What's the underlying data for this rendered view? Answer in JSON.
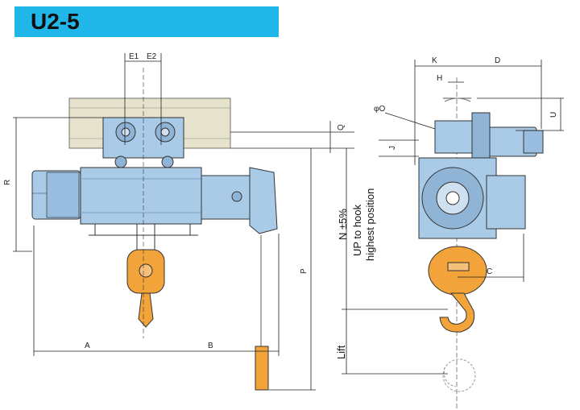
{
  "title": "U2-5",
  "labels": {
    "A": "A",
    "B": "B",
    "C": "C",
    "D": "D",
    "E1": "E1",
    "E2": "E2",
    "H": "H",
    "J": "J",
    "K": "K",
    "N": "N ±5%",
    "P": "P",
    "Q": "Q",
    "R": "R",
    "U": "U",
    "O": "φO",
    "up_line1": "UP to hook",
    "up_line2": "highest position",
    "lift": "Lift"
  },
  "colors": {
    "title_bg": "#21b6e8",
    "body_blue": "#a9cbe8",
    "hook_orange": "#f2a33a",
    "rail": "#e6e2cc"
  }
}
